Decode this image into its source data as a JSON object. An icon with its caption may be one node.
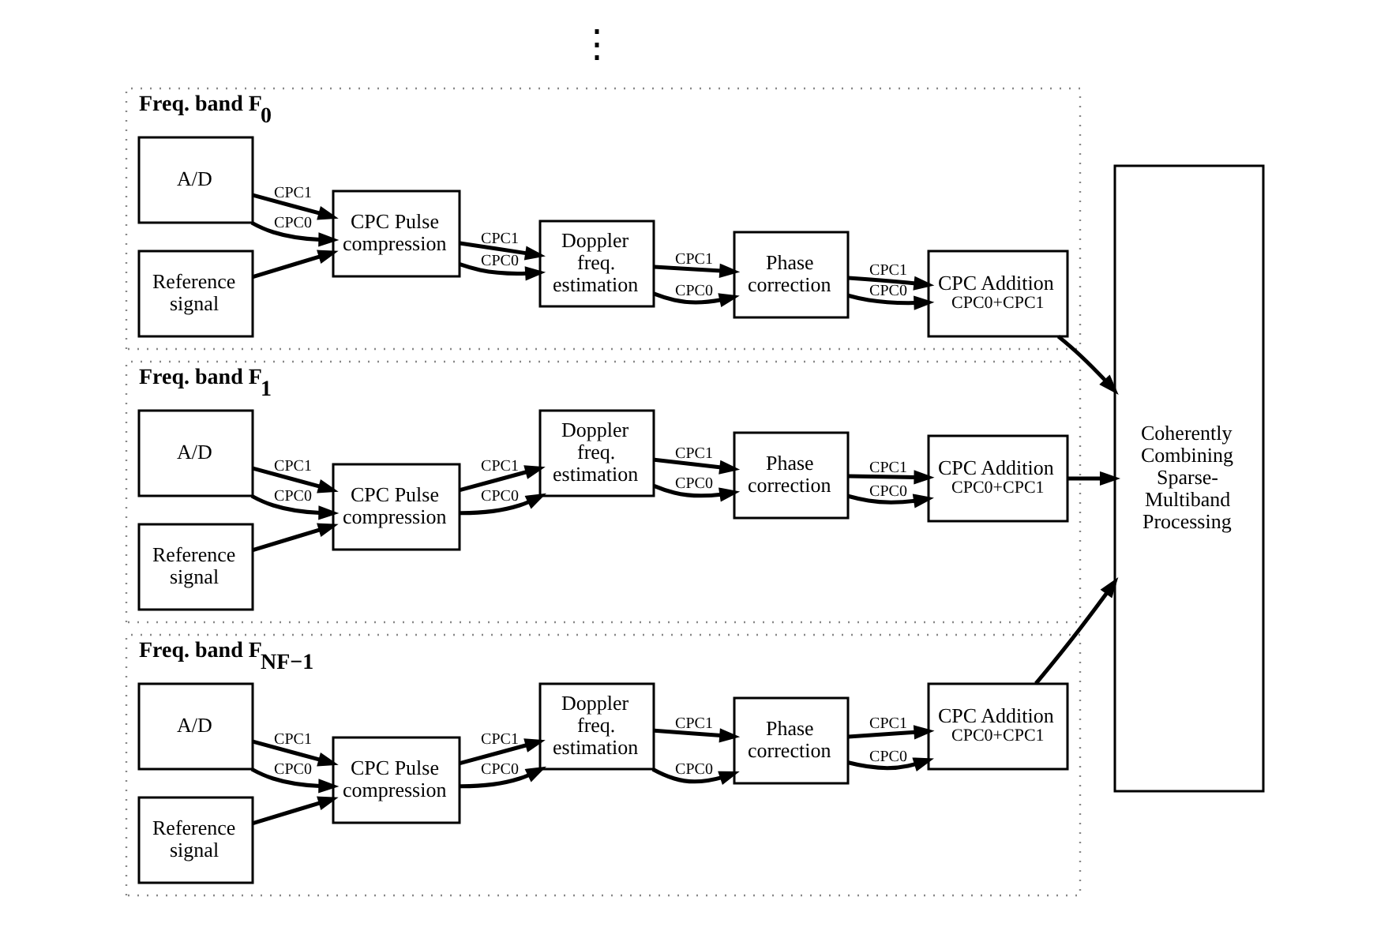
{
  "diagram": {
    "nodes": [
      {
        "text": [
          "Freq. band F$_{0}$"
        ]
      },
      {
        "text": [
          "A/D"
        ],
        "in": 0
      },
      {
        "text": [
          "CPC Pulse compression"
        ],
        "in": 0
      },
      {
        "text": [
          "Reference signal"
        ],
        "in": 0
      },
      {
        "text": [
          "Doppler freq. estimation"
        ],
        "in": 0
      },
      {
        "text": [
          "Phase correction"
        ],
        "in": 0
      },
      {
        "text": [
          "CPC Addition",
          "CPC0+CPC1"
        ],
        "in": 0
      },
      {
        "text": [
          "Freq. band F$_{1}$"
        ]
      },
      {
        "text": [
          "A/D"
        ],
        "in": 7
      },
      {
        "text": [
          "CPC Pulse compression"
        ],
        "in": 7
      },
      {
        "text": [
          "Reference signal"
        ],
        "in": 7
      },
      {
        "text": [
          "Doppler freq. estimation"
        ],
        "in": 7
      },
      {
        "text": [
          "Phase correction"
        ],
        "in": 7
      },
      {
        "text": [
          "CPC Addition",
          "CPC0+CPC1"
        ],
        "in": 7
      },
      {
        "text": [
          "Freq. band F$_{NF−1}$"
        ]
      },
      {
        "text": [
          "A/D"
        ],
        "in": 14
      },
      {
        "text": [
          "CPC Pulse compression"
        ],
        "in": 14
      },
      {
        "text": [
          "Reference signal"
        ],
        "in": 14
      },
      {
        "text": [
          "Doppler freq. estimation"
        ],
        "in": 14
      },
      {
        "text": [
          "Phase correction"
        ],
        "in": 14
      },
      {
        "text": [
          "CPC Addition",
          "CPC0+CPC1"
        ],
        "in": 14
      },
      {
        "text": [
          "Coherently Combining Sparse-Multiband Processing"
        ]
      }
    ],
    "edges": [
      {
        "from": 1,
        "to": 2,
        "arrow": "to",
        "label": "CPC0"
      },
      {
        "from": 1,
        "to": 2,
        "arrow": "to",
        "label": "CPC1"
      },
      {
        "from": 3,
        "to": 2,
        "arrow": "to"
      },
      {
        "from": 2,
        "to": 4,
        "arrow": "to",
        "label": "CPC0"
      },
      {
        "from": 2,
        "to": 4,
        "arrow": "to",
        "label": "CPC1"
      },
      {
        "from": 4,
        "to": 5,
        "arrow": "to",
        "label": "CPC0"
      },
      {
        "from": 4,
        "to": 5,
        "arrow": "to",
        "label": "CPC1"
      },
      {
        "from": 5,
        "to": 6,
        "arrow": "to",
        "label": "CPC0"
      },
      {
        "from": 5,
        "to": 6,
        "arrow": "to",
        "label": "CPC1"
      },
      {
        "from": 6,
        "to": 21,
        "arrow": "to"
      },
      {
        "from": 8,
        "to": 9,
        "arrow": "to",
        "label": "CPC0"
      },
      {
        "from": 8,
        "to": 9,
        "arrow": "to",
        "label": "CPC1"
      },
      {
        "from": 10,
        "to": 9,
        "arrow": "to"
      },
      {
        "from": 9,
        "to": 11,
        "arrow": "to",
        "label": "CPC0"
      },
      {
        "from": 9,
        "to": 11,
        "arrow": "to",
        "label": "CPC1"
      },
      {
        "from": 11,
        "to": 12,
        "arrow": "to",
        "label": "CPC0"
      },
      {
        "from": 11,
        "to": 12,
        "arrow": "to",
        "label": "CPC1"
      },
      {
        "from": 12,
        "to": 13,
        "arrow": "to",
        "label": "CPC0"
      },
      {
        "from": 12,
        "to": 13,
        "arrow": "to",
        "label": "CPC1"
      },
      {
        "from": 13,
        "to": 21,
        "arrow": "to"
      },
      {
        "from": 15,
        "to": 16,
        "arrow": "to",
        "label": "CPC0"
      },
      {
        "from": 15,
        "to": 16,
        "arrow": "to",
        "label": "CPC1"
      },
      {
        "from": 17,
        "to": 16,
        "arrow": "to"
      },
      {
        "from": 16,
        "to": 18,
        "arrow": "to",
        "label": "CPC0"
      },
      {
        "from": 16,
        "to": 18,
        "arrow": "to",
        "label": "CPC1"
      },
      {
        "from": 18,
        "to": 19,
        "arrow": "to",
        "label": "CPC0"
      },
      {
        "from": 18,
        "to": 19,
        "arrow": "to",
        "label": "CPC1"
      },
      {
        "from": 19,
        "to": 20,
        "arrow": "to",
        "label": "CPC0"
      },
      {
        "from": 19,
        "to": 20,
        "arrow": "to",
        "label": "CPC1"
      },
      {
        "from": 20,
        "to": 21,
        "arrow": "to"
      }
    ],
    "labels": [
      "⋮"
    ]
  }
}
